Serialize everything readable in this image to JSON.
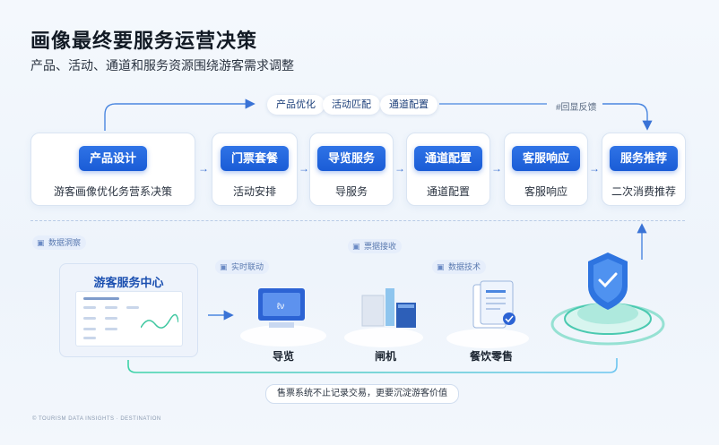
{
  "header": {
    "title": "画像最终要服务运营决策",
    "subtitle": "产品、活动、通道和服务资源围绕游客需求调整"
  },
  "top_pills": [
    "产品优化",
    "活动匹配",
    "通道配置"
  ],
  "feedback_label": "#回显反馈",
  "cards": [
    {
      "badge": "产品设计",
      "desc": "游客画像优化务营系决策"
    },
    {
      "badge": "门票套餐",
      "desc": "活动安排"
    },
    {
      "badge": "导览服务",
      "desc": "导服务"
    },
    {
      "badge": "通道配置",
      "desc": "通道配置"
    },
    {
      "badge": "客服响应",
      "desc": "客服响应"
    },
    {
      "badge": "服务推荐",
      "desc": "二次消费推荐"
    }
  ],
  "lower": {
    "left_tag": "数据洞察",
    "center_title": "游客服务中心",
    "tags": [
      "实时联动",
      "票据接收",
      "数据技术"
    ],
    "devices": [
      "导览",
      "闸机",
      "餐饮零售"
    ],
    "bottom_note": "售票系统不止记录交易，更要沉淀游客价值",
    "footer": "© TOURISM DATA INSIGHTS · DESTINATION"
  },
  "colors": {
    "accent": "#1a5cd6",
    "line": "#4a86e0",
    "green": "#2fc29a"
  }
}
